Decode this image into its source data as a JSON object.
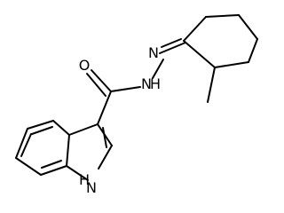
{
  "molecule": {
    "atoms": {
      "oxygen": "O",
      "amide_nitrogen": "N",
      "amide_hydrogen": "H",
      "imine_nitrogen": "N",
      "indole_nitrogen": "N",
      "indole_hydrogen": "H"
    },
    "bond_color": "#000000",
    "background": "#ffffff"
  }
}
